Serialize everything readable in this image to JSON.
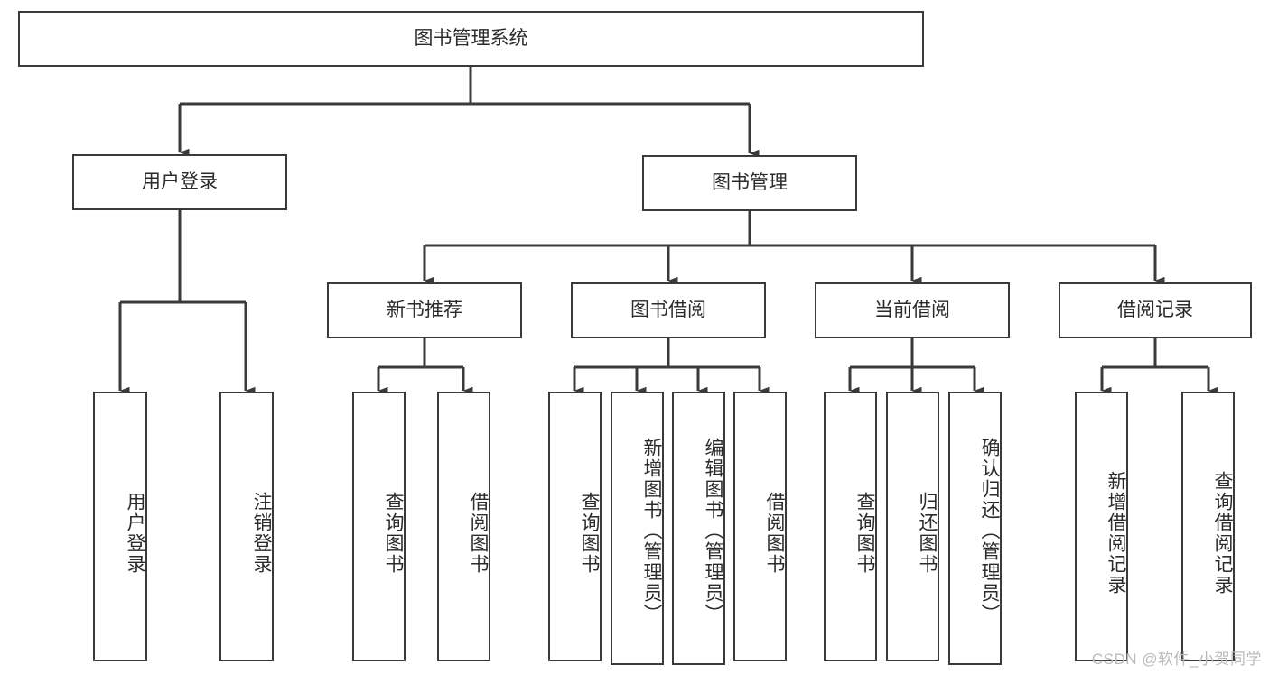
{
  "diagram": {
    "title": "图书管理系统",
    "type": "tree-hierarchy-diagram",
    "root": {
      "label": "图书管理系统"
    },
    "level1": [
      {
        "label": "用户登录"
      },
      {
        "label": "图书管理"
      }
    ],
    "level2": [
      {
        "label": "新书推荐"
      },
      {
        "label": "图书借阅"
      },
      {
        "label": "当前借阅"
      },
      {
        "label": "借阅记录"
      }
    ],
    "leaves_user_login": [
      {
        "label": "用户登录"
      },
      {
        "label": "注销登录"
      }
    ],
    "leaves_new_book": [
      {
        "label": "查询图书"
      },
      {
        "label": "借阅图书"
      }
    ],
    "leaves_borrow": [
      {
        "label": "查询图书"
      },
      {
        "label": "新增图书（管理员）"
      },
      {
        "label": "编辑图书（管理员）"
      },
      {
        "label": "借阅图书"
      }
    ],
    "leaves_current": [
      {
        "label": "查询图书"
      },
      {
        "label": "归还图书"
      },
      {
        "label": "确认归还（管理员）"
      }
    ],
    "leaves_records": [
      {
        "label": "新增借阅记录"
      },
      {
        "label": "查询借阅记录"
      }
    ]
  },
  "watermark": {
    "text": "CSDN @软件_小贺同学"
  },
  "colors": {
    "border": "#3a3a3a",
    "text": "#2b2b2b",
    "background": "#ffffff",
    "watermark": "#b9b9b9"
  }
}
